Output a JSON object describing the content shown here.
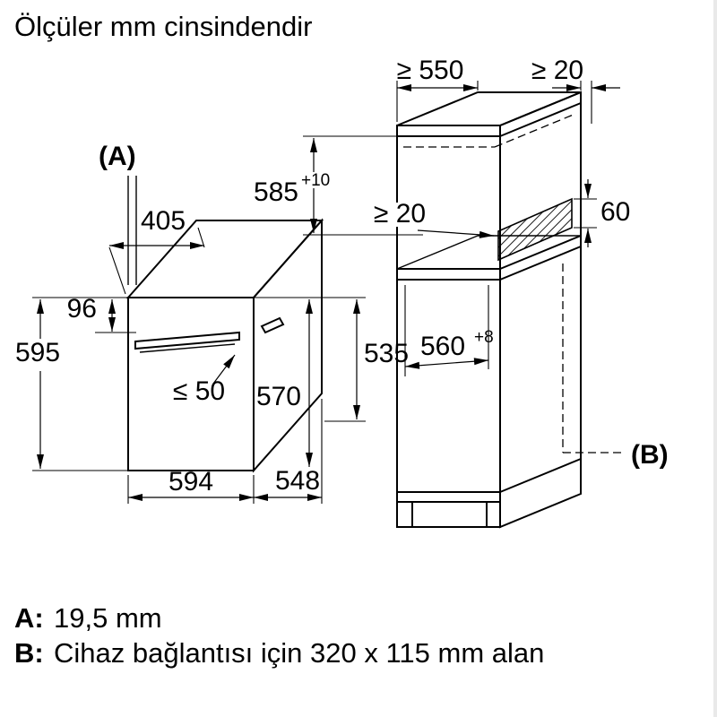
{
  "title": "Ölçüler mm cinsindendir",
  "oven": {
    "label_a": "(A)",
    "dim_405": "405",
    "dim_96": "96",
    "dim_595": "595",
    "dim_max50": "≤ 50",
    "dim_570": "570",
    "dim_535": "535",
    "dim_594": "594",
    "dim_548": "548"
  },
  "cabinet": {
    "dim_min550": "≥ 550",
    "dim_min20_top": "≥ 20",
    "dim_585": "585",
    "dim_585_tol": "+10",
    "dim_min20_back": "≥ 20",
    "dim_60": "60",
    "dim_560": "560",
    "dim_560_tol": "+8",
    "label_b": "(B)"
  },
  "notes": {
    "a_key": "A:",
    "a_value": "19,5 mm",
    "b_key": "B:",
    "b_value": "Cihaz bağlantısı için 320 x 115 mm alan"
  }
}
